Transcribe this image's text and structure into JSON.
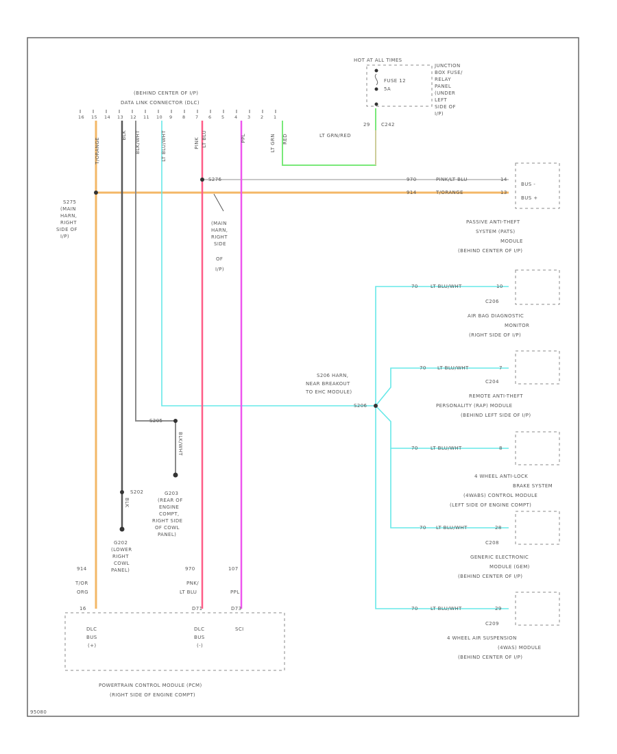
{
  "colors": {
    "tan_orange": "#f3b766",
    "lt_blue": "#66e8e8",
    "pink": "#ff5c86",
    "purple": "#ee55ee",
    "lt_green": "#78e878",
    "dark_gray": "#555555",
    "gray": "#8a8a8a",
    "light_gray": "#c8c8c8",
    "lt_green_red": "#cccc99"
  },
  "fuse_block": {
    "header": "HOT AT ALL TIMES",
    "fuse": "FUSE 12",
    "amps": "5A",
    "label": [
      "JUNCTION",
      "BOX FUSE/",
      "RELAY",
      "PANEL",
      "(UNDER",
      "LEFT",
      "SIDE OF",
      "I/P)"
    ],
    "circuit": "29",
    "connector": "C242",
    "wire": "LT GRN/RED"
  },
  "dlc": {
    "title": [
      "(BEHIND CENTER OF I/P)",
      "DATA LINK CONNECTOR (DLC)"
    ],
    "pins": [
      "16",
      "15",
      "14",
      "13",
      "12",
      "11",
      "10",
      "9",
      "8",
      "7",
      "6",
      "5",
      "4",
      "3",
      "2",
      "1"
    ],
    "wire_labels": [
      "T/ORANGE",
      "BLK",
      "BLK/WHT",
      "LT BLU/WHT",
      "PINK",
      "LT BLU",
      "PPL",
      "LT GRN",
      "RED"
    ]
  },
  "splices": {
    "s275": [
      "S275",
      "(MAIN",
      "HARN,",
      "RIGHT",
      "SIDE OF",
      "I/P)"
    ],
    "s276": [
      "S276"
    ],
    "s276_note": [
      "(MAIN",
      "HARN,",
      "RIGHT",
      "SIDE",
      "OF",
      "I/P)"
    ],
    "s205": "S205",
    "s202": "S202",
    "s206": [
      "S206 HARN,",
      "NEAR BREAKOUT",
      "TO EHC MODULE)"
    ],
    "s206_id": "S206"
  },
  "pats": {
    "wire1_circuit": "970",
    "wire1_color": "PINK/LT BLU",
    "wire1_pin": "14",
    "wire2_circuit": "914",
    "wire2_color": "T/ORANGE",
    "wire2_pin": "13",
    "pins": [
      "BUS -",
      "BUS +"
    ],
    "label": [
      "PASSIVE ANTI-THEFT",
      "SYSTEM (PATS)",
      "MODULE",
      "(BEHIND CENTER OF I/P)"
    ]
  },
  "modules": [
    {
      "circuit": "70",
      "wire": "LT BLU/WHT",
      "pin": "10",
      "conn": "C206",
      "label": [
        "AIR BAG DIAGNOSTIC",
        "MONITOR",
        "(RIGHT SIDE OF I/P)"
      ]
    },
    {
      "circuit": "70",
      "wire": "LT BLU/WHT",
      "pin": "7",
      "conn": "C204",
      "label": [
        "REMOTE ANTI-THEFT",
        "PERSONALITY (RAP) MODULE",
        "(BEHIND LEFT SIDE OF I/P)"
      ]
    },
    {
      "circuit": "70",
      "wire": "LT BLU/WHT",
      "pin": "8",
      "conn": "",
      "label": [
        "4 WHEEL ANTI-LOCK",
        "BRAKE SYSTEM",
        "(4WABS) CONTROL MODULE",
        "(LEFT SIDE OF ENGINE COMPT)"
      ]
    },
    {
      "circuit": "70",
      "wire": "LT BLU/WHT",
      "pin": "28",
      "conn": "C208",
      "label": [
        "GENERIC ELECTRONIC",
        "MODULE (GEM)",
        "(BEHIND CENTER OF I/P)"
      ]
    },
    {
      "circuit": "70",
      "wire": "LT BLU/WHT",
      "pin": "29",
      "conn": "C209",
      "label": [
        "4 WHEEL AIR SUSPENSION",
        "(4WAS) MODULE",
        "(BEHIND CENTER OF I/P)"
      ]
    }
  ],
  "grounds": {
    "g203_wire": "BLK/WHT",
    "g203": [
      "G203",
      "(REAR OF",
      "ENGINE",
      "COMPT,",
      "RIGHT SIDE",
      "OF COWL",
      "PANEL)"
    ],
    "g202_wire": "BLK",
    "g202": [
      "G202",
      "(LOWER",
      "RIGHT",
      "COWL",
      "PANEL)"
    ]
  },
  "pcm": {
    "c914_circuit": "914",
    "c914_color": [
      "T/OR",
      "ORG"
    ],
    "c914_pin": "16",
    "c970_circuit": "970",
    "c970_color": [
      "PNK/",
      "LT BLU"
    ],
    "c970_pin": "D71",
    "c107_circuit": "107",
    "c107_color": "PPL",
    "c107_pin": "D73",
    "pins": [
      {
        "line1": "DLC",
        "line2": "BUS",
        "line3": "(+)"
      },
      {
        "line1": "DLC",
        "line2": "BUS",
        "line3": "(-)"
      },
      {
        "line1": "SCI",
        "line2": "",
        "line3": ""
      }
    ],
    "label": [
      "POWERTRAIN CONTROL MODULE (PCM)",
      "(RIGHT SIDE OF ENGINE COMPT)"
    ]
  },
  "footer": "95080"
}
